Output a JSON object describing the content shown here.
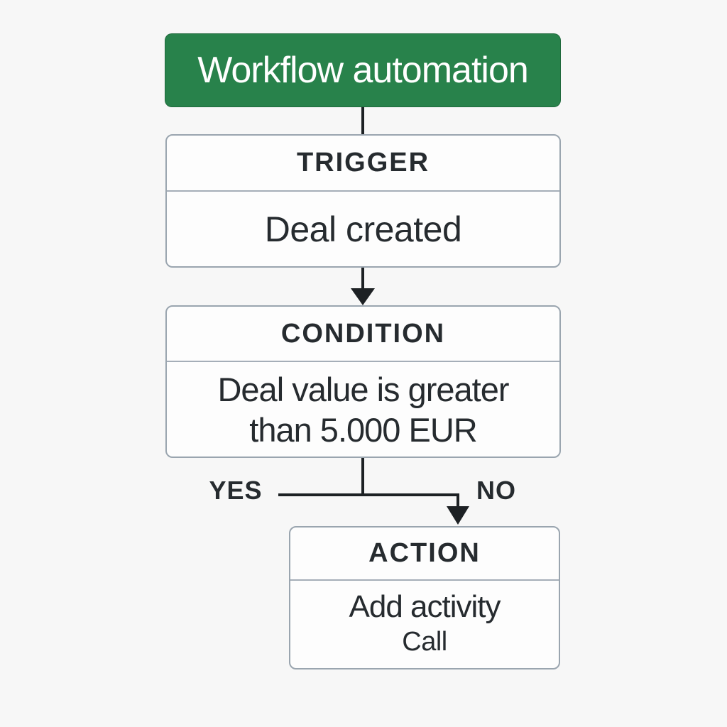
{
  "title": "Workflow automation",
  "trigger": {
    "header": "TRIGGER",
    "body": "Deal created"
  },
  "condition": {
    "header": "CONDITION",
    "body_line_1": "Deal value is greater",
    "body_line_2": "than 5.000 EUR"
  },
  "branch": {
    "yes": "YES",
    "no": "NO"
  },
  "action": {
    "header": "ACTION",
    "body_line_1": "Add activity",
    "body_line_2": "Call"
  },
  "colors": {
    "node_green": "#28824b",
    "node_border": "#9aa5af",
    "node_divider": "#a5aeb8",
    "text": "#262b2f",
    "connector": "#1d2124",
    "background": "#f7f7f7",
    "node_background": "#fdfdfd"
  }
}
